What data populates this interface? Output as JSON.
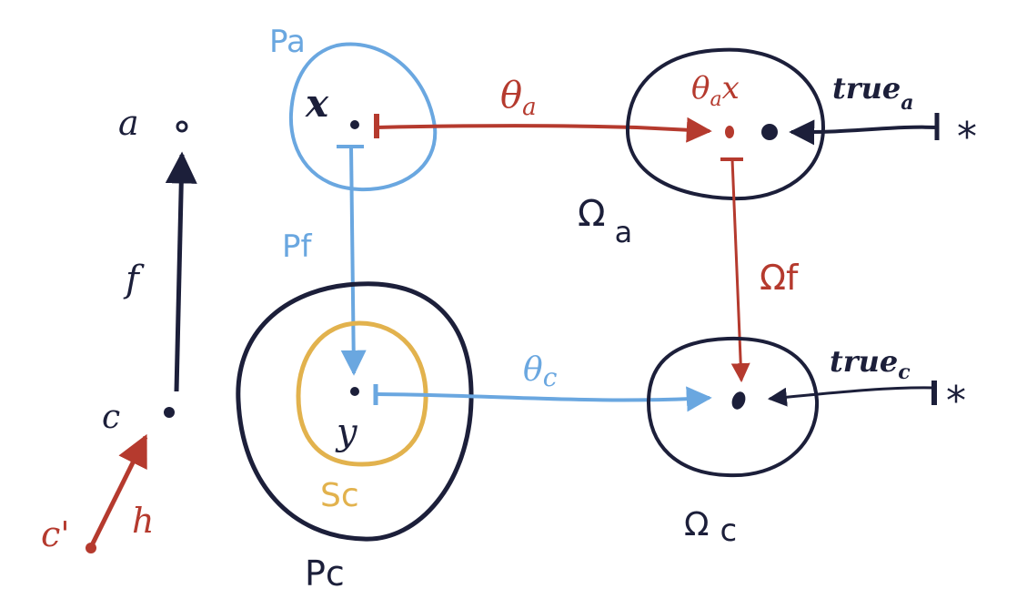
{
  "colors": {
    "navy": "#1c1f3a",
    "red": "#b53a2e",
    "blue": "#6aa7e0",
    "gold": "#e2b24d"
  },
  "left_chain": {
    "top_point_label": "a",
    "bottom_point_label": "c",
    "arrow_f_label": "f",
    "source_point_label": "c'",
    "arrow_h_label": "h"
  },
  "set_pa": {
    "label": "Pa",
    "point_label": "x"
  },
  "set_pc": {
    "label": "Pc",
    "inner_label": "Sc",
    "point_label": "y"
  },
  "arrow_pf": {
    "label": "Pf"
  },
  "arrow_theta_a": {
    "label_main": "θ",
    "label_sub": "a"
  },
  "arrow_theta_c": {
    "label_main": "θ",
    "label_sub": "c"
  },
  "set_omega_a": {
    "label_main": "Ω",
    "label_sub": "a",
    "point_label_main": "θ",
    "point_label_sub": "a",
    "point_label_tail": "x"
  },
  "set_omega_c": {
    "label_main": "Ω",
    "label_sub": "c"
  },
  "arrow_omega_f": {
    "label": "Ωf"
  },
  "arrow_true_a": {
    "label_main": "true",
    "label_sub": "a",
    "source": "*"
  },
  "arrow_true_c": {
    "label_main": "true",
    "label_sub": "c",
    "source": "*"
  }
}
